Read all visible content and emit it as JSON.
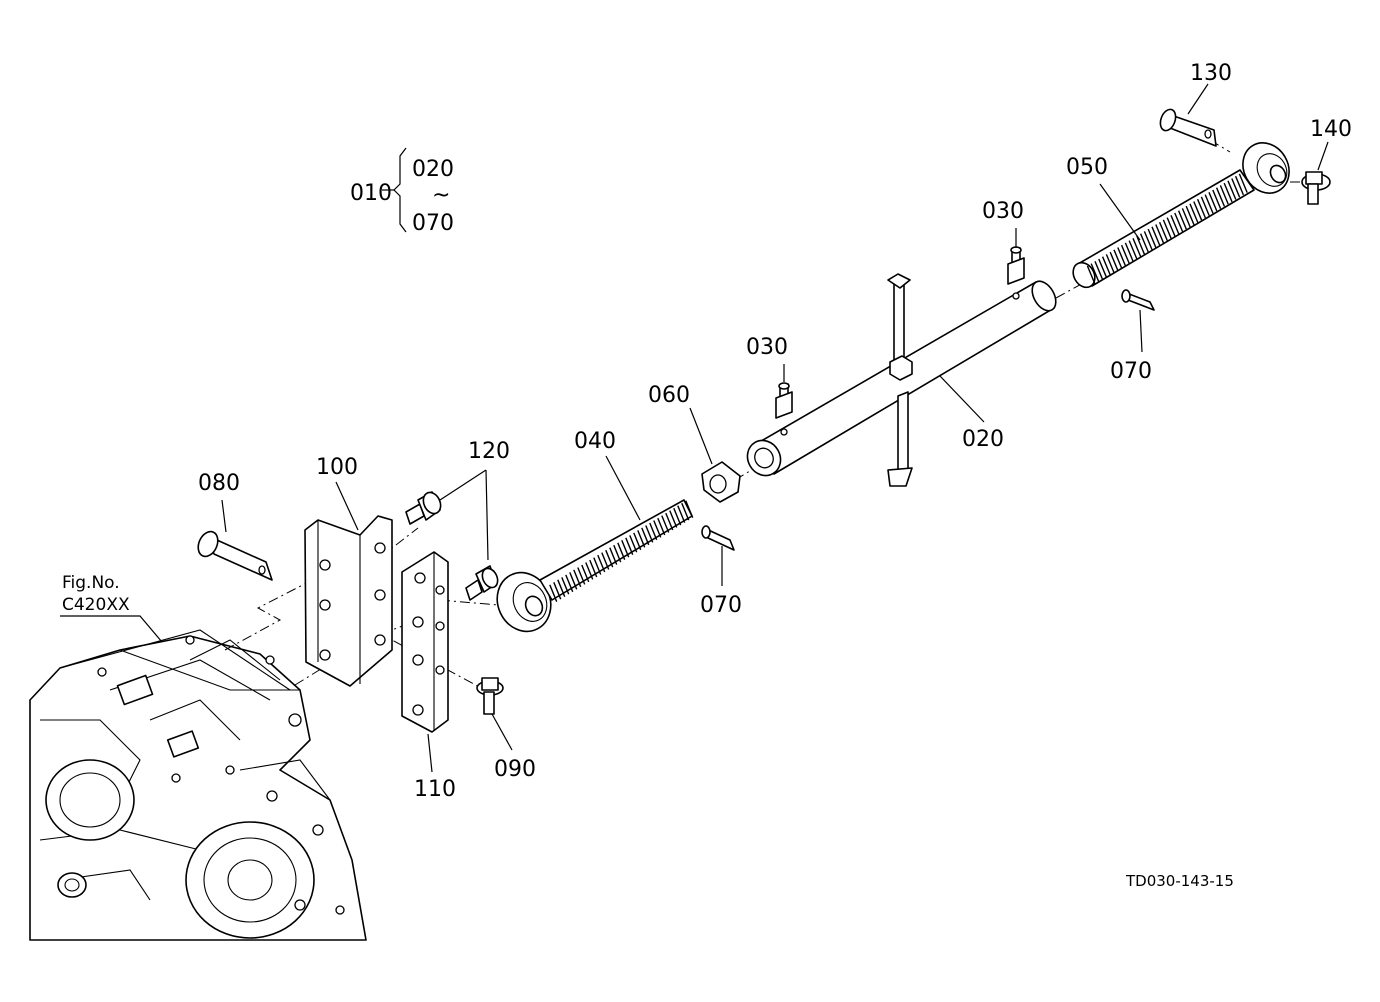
{
  "figure": {
    "code": "TD030-143-15",
    "reference_figure": {
      "prefix": "Fig.No.",
      "number": "C420XX"
    },
    "assembly_group": {
      "parent": "010",
      "from": "020",
      "range_mark": "~",
      "to": "070"
    }
  },
  "callouts": [
    {
      "id": "020",
      "label": "020"
    },
    {
      "id": "030a",
      "label": "030"
    },
    {
      "id": "030b",
      "label": "030"
    },
    {
      "id": "040",
      "label": "040"
    },
    {
      "id": "050",
      "label": "050"
    },
    {
      "id": "060",
      "label": "060"
    },
    {
      "id": "070a",
      "label": "070"
    },
    {
      "id": "070b",
      "label": "070"
    },
    {
      "id": "080",
      "label": "080"
    },
    {
      "id": "090",
      "label": "090"
    },
    {
      "id": "100",
      "label": "100"
    },
    {
      "id": "110",
      "label": "110"
    },
    {
      "id": "120",
      "label": "120"
    },
    {
      "id": "130",
      "label": "130"
    },
    {
      "id": "140",
      "label": "140"
    }
  ]
}
